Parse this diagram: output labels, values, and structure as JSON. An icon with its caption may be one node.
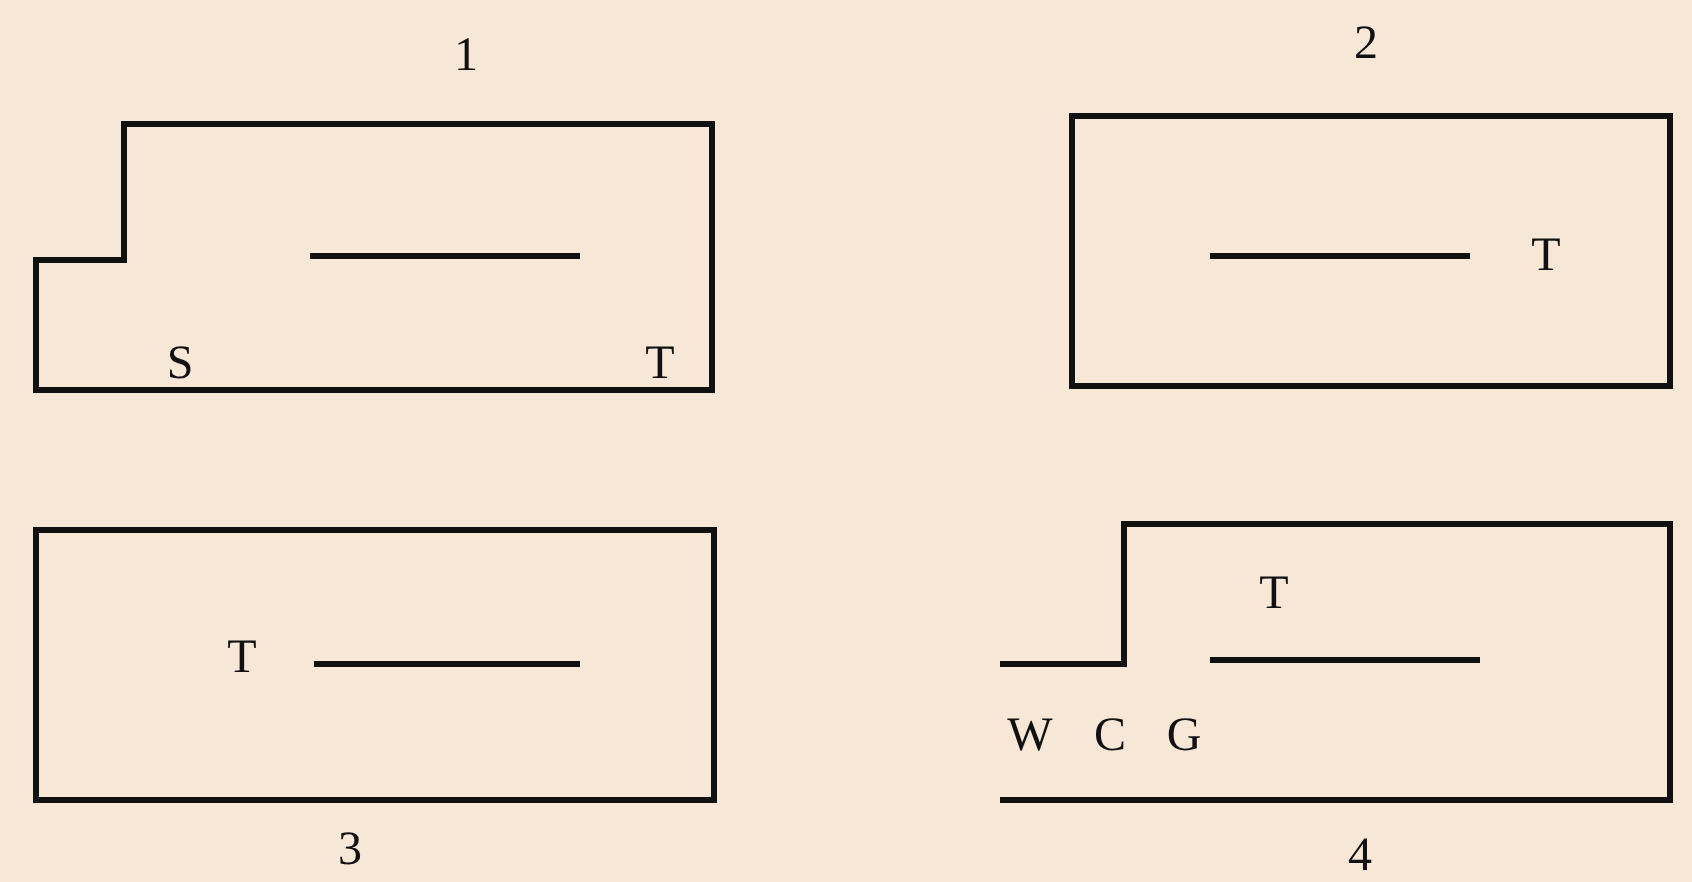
{
  "diagram": {
    "nodes": [
      {
        "text": [
          "S",
          "T"
        ],
        "beside": [
          "1"
        ]
      },
      {
        "text": [
          "T"
        ],
        "beside": [
          "2"
        ]
      },
      {
        "text": [
          "T"
        ],
        "beside": [
          "3"
        ]
      },
      {
        "text": [
          "W",
          "C",
          "G",
          "T"
        ],
        "beside": [
          "4"
        ]
      }
    ]
  }
}
